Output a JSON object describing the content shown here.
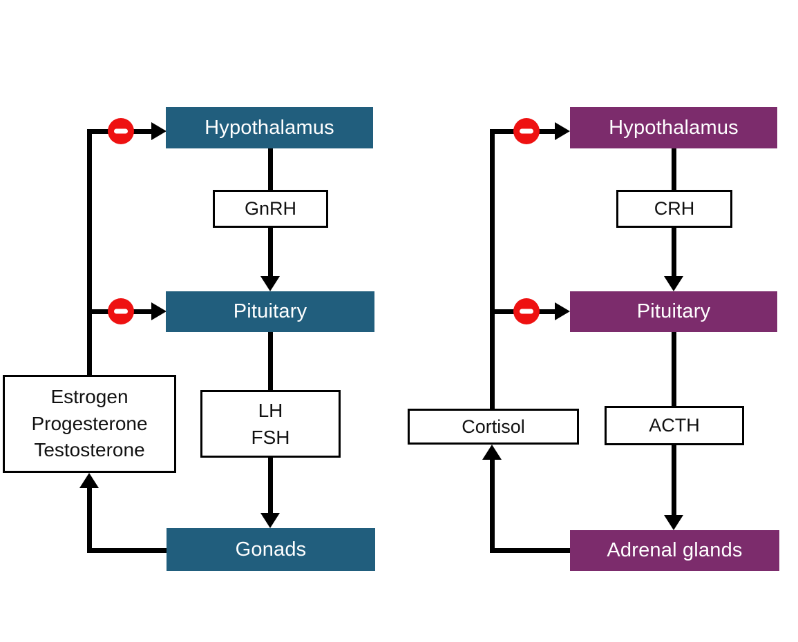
{
  "diagrams": [
    {
      "accent_color": "#215E7D",
      "hypothalamus_label": "Hypothalamus",
      "releasing_hormone": "GnRH",
      "pituitary_label": "Pituitary",
      "pituitary_hormones": [
        "LH",
        "FSH"
      ],
      "target_organ": "Gonads",
      "feedback_hormones": [
        "Estrogen",
        "Progesterone",
        "Testosterone"
      ]
    },
    {
      "accent_color": "#7C2C6C",
      "hypothalamus_label": "Hypothalamus",
      "releasing_hormone": "CRH",
      "pituitary_label": "Pituitary",
      "pituitary_hormones": [
        "ACTH"
      ],
      "target_organ": "Adrenal glands",
      "feedback_hormones": [
        "Cortisol"
      ]
    }
  ],
  "colors": {
    "teal_node": "#215E7D",
    "purple_node": "#7C2C6C",
    "negative_feedback_red": "#EE1111",
    "connector": "#000000",
    "label_box_bg": "#FFFFFF",
    "label_box_border": "#000000",
    "node_text": "#FFFFFF",
    "label_text": "#111111",
    "background": "#FFFFFF"
  },
  "icons": {
    "negative_feedback": "minus-in-red-circle",
    "flow": "solid-black-arrow"
  }
}
